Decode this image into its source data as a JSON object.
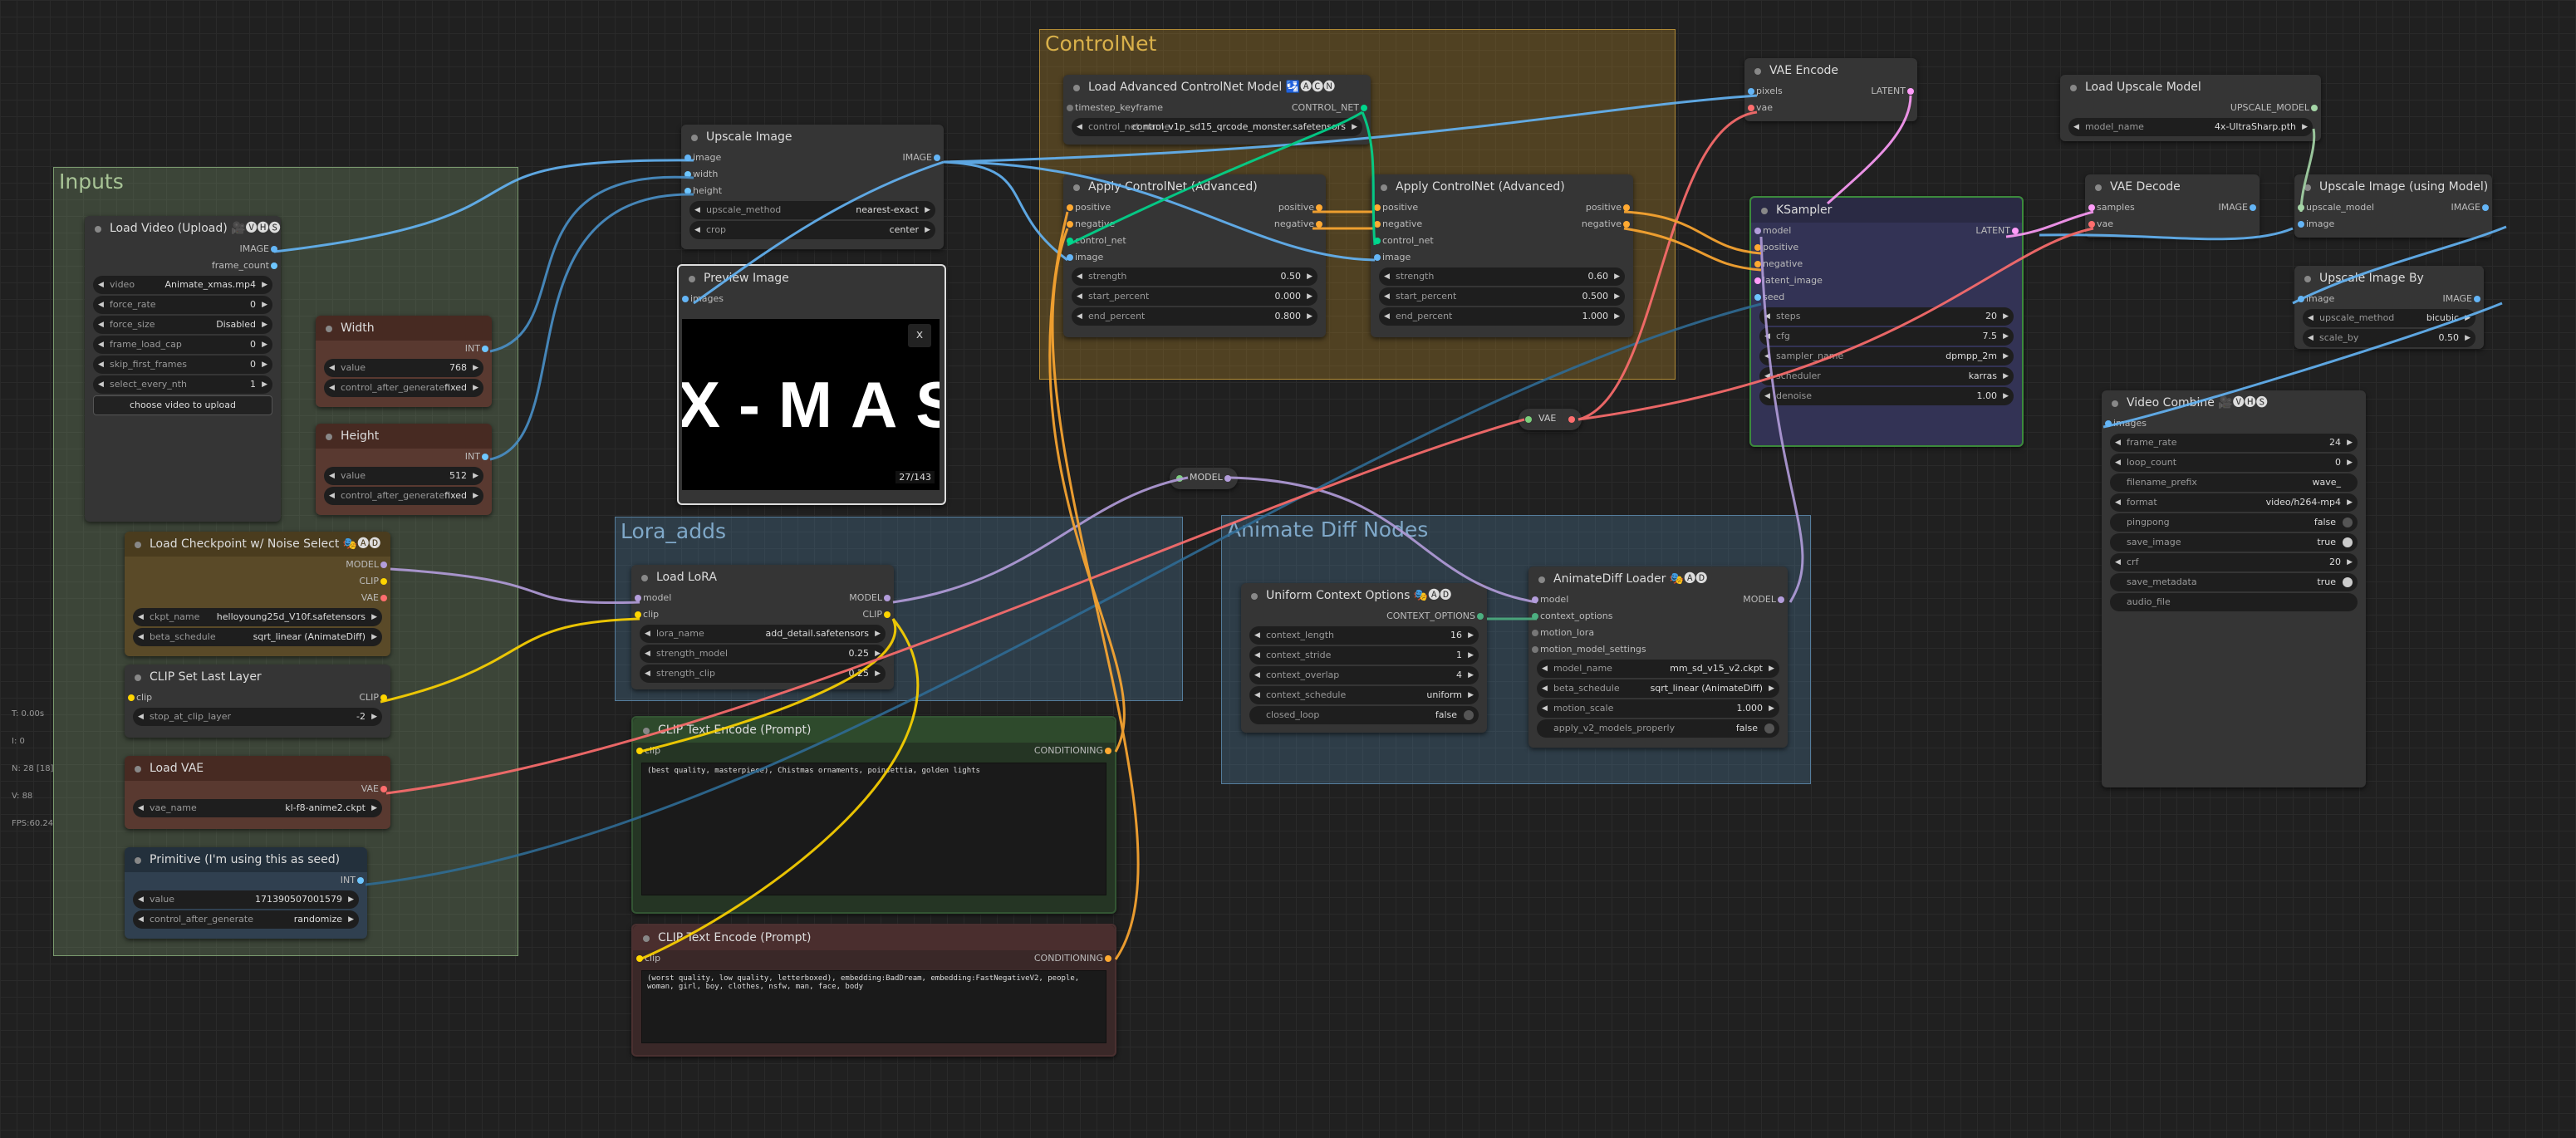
{
  "stats": [
    "T: 0.00s",
    "I: 0",
    "N: 28 [18]",
    "V: 88",
    "FPS:60.24"
  ],
  "groups": {
    "inputs": "Inputs",
    "controlnet": "ControlNet",
    "lora": "Lora_adds",
    "animatediff": "Animate Diff Nodes"
  },
  "load_video": {
    "title": "Load Video (Upload) 🎥🅥🅗🅢",
    "out_image": "IMAGE",
    "out_frame_count": "frame_count",
    "video_l": "video",
    "video_v": "Animate_xmas.mp4",
    "force_rate_l": "force_rate",
    "force_rate_v": "0",
    "force_size_l": "force_size",
    "force_size_v": "Disabled",
    "frame_load_cap_l": "frame_load_cap",
    "frame_load_cap_v": "0",
    "skip_first_frames_l": "skip_first_frames",
    "skip_first_frames_v": "0",
    "select_every_nth_l": "select_every_nth",
    "select_every_nth_v": "1",
    "upload": "choose video to upload"
  },
  "width": {
    "title": "Width",
    "out": "INT",
    "value_l": "value",
    "value_v": "768",
    "cag_l": "control_after_generate",
    "cag_v": "fixed"
  },
  "height": {
    "title": "Height",
    "out": "INT",
    "value_l": "value",
    "value_v": "512",
    "cag_l": "control_after_generate",
    "cag_v": "fixed"
  },
  "ckpt": {
    "title": "Load Checkpoint w/ Noise Select 🎭🅐🅓",
    "out_model": "MODEL",
    "out_clip": "CLIP",
    "out_vae": "VAE",
    "ckpt_l": "ckpt_name",
    "ckpt_v": "helloyoung25d_V10f.safetensors",
    "beta_l": "beta_schedule",
    "beta_v": "sqrt_linear (AnimateDiff)"
  },
  "clip_last": {
    "title": "CLIP Set Last Layer",
    "in": "clip",
    "out": "CLIP",
    "stop_l": "stop_at_clip_layer",
    "stop_v": "-2"
  },
  "load_vae": {
    "title": "Load VAE",
    "out": "VAE",
    "vae_l": "vae_name",
    "vae_v": "kl-f8-anime2.ckpt"
  },
  "primitive": {
    "title": "Primitive (I'm using this as seed)",
    "out": "INT",
    "value_l": "value",
    "value_v": "171390507001579",
    "cag_l": "control_after_generate",
    "cag_v": "randomize"
  },
  "upscale_image": {
    "title": "Upscale Image",
    "in_image": "image",
    "in_width": "width",
    "in_height": "height",
    "out": "IMAGE",
    "method_l": "upscale_method",
    "method_v": "nearest-exact",
    "crop_l": "crop",
    "crop_v": "center"
  },
  "preview": {
    "title": "Preview Image",
    "in": "images",
    "big_text": "X-MAS",
    "counter": "27/143",
    "close": "x"
  },
  "adv_cn_loader": {
    "title": "Load Advanced ControlNet Model 🛂🅐🅒🅝",
    "in": "timestep_keyframe",
    "out": "CONTROL_NET",
    "name_l": "control_net_name",
    "name_v": "control_v1p_sd15_qrcode_monster.safetensors"
  },
  "apply_cn1": {
    "title": "Apply ControlNet (Advanced)",
    "in_pos": "positive",
    "in_neg": "negative",
    "in_cn": "control_net",
    "in_img": "image",
    "out_pos": "positive",
    "out_neg": "negative",
    "strength_l": "strength",
    "strength_v": "0.50",
    "start_l": "start_percent",
    "start_v": "0.000",
    "end_l": "end_percent",
    "end_v": "0.800"
  },
  "apply_cn2": {
    "title": "Apply ControlNet (Advanced)",
    "in_pos": "positive",
    "in_neg": "negative",
    "in_cn": "control_net",
    "in_img": "image",
    "out_pos": "positive",
    "out_neg": "negative",
    "strength_l": "strength",
    "strength_v": "0.60",
    "start_l": "start_percent",
    "start_v": "0.500",
    "end_l": "end_percent",
    "end_v": "1.000"
  },
  "vae_encode": {
    "title": "VAE Encode",
    "in_pixels": "pixels",
    "in_vae": "vae",
    "out": "LATENT"
  },
  "ksampler": {
    "title": "KSampler",
    "in_model": "model",
    "in_pos": "positive",
    "in_neg": "negative",
    "in_lat": "latent_image",
    "in_seed": "seed",
    "out": "LATENT",
    "steps_l": "steps",
    "steps_v": "20",
    "cfg_l": "cfg",
    "cfg_v": "7.5",
    "sampler_l": "sampler_name",
    "sampler_v": "dpmpp_2m",
    "sched_l": "scheduler",
    "sched_v": "karras",
    "denoise_l": "denoise",
    "denoise_v": "1.00"
  },
  "vae_reroute": {
    "label": "VAE"
  },
  "model_reroute": {
    "label": "MODEL"
  },
  "upscale_loader": {
    "title": "Load Upscale Model",
    "out": "UPSCALE_MODEL",
    "name_l": "model_name",
    "name_v": "4x-UltraSharp.pth"
  },
  "vae_decode": {
    "title": "VAE Decode",
    "in_samples": "samples",
    "in_vae": "vae",
    "out": "IMAGE"
  },
  "upscale_with_model": {
    "title": "Upscale Image (using Model)",
    "in_model": "upscale_model",
    "in_image": "image",
    "out": "IMAGE"
  },
  "upscale_by": {
    "title": "Upscale Image By",
    "in": "image",
    "out": "IMAGE",
    "method_l": "upscale_method",
    "method_v": "bicubic",
    "scale_l": "scale_by",
    "scale_v": "0.50"
  },
  "video_combine": {
    "title": "Video Combine 🎥🅥🅗🅢",
    "in": "images",
    "frame_rate_l": "frame_rate",
    "frame_rate_v": "24",
    "loop_count_l": "loop_count",
    "loop_count_v": "0",
    "prefix_l": "filename_prefix",
    "prefix_v": "wave_",
    "format_l": "format",
    "format_v": "video/h264-mp4",
    "pingpong_l": "pingpong",
    "pingpong_v": "false",
    "save_image_l": "save_image",
    "save_image_v": "true",
    "crf_l": "crf",
    "crf_v": "20",
    "save_meta_l": "save_metadata",
    "save_meta_v": "true",
    "audio_l": "audio_file"
  },
  "lora": {
    "title": "Load LoRA",
    "in_model": "model",
    "in_clip": "clip",
    "out_model": "MODEL",
    "out_clip": "CLIP",
    "name_l": "lora_name",
    "name_v": "add_detail.safetensors",
    "sm_l": "strength_model",
    "sm_v": "0.25",
    "sc_l": "strength_clip",
    "sc_v": "0.25"
  },
  "clip_pos": {
    "title": "CLIP Text Encode (Prompt)",
    "in": "clip",
    "out": "CONDITIONING",
    "text": "(best quality, masterpiece), Chistmas ornaments, poinsettia, golden lights"
  },
  "clip_neg": {
    "title": "CLIP Text Encode (Prompt)",
    "in": "clip",
    "out": "CONDITIONING",
    "text": "(worst quality, low quality, letterboxed), embedding:BadDream, embedding:FastNegativeV2, people, woman, girl, boy, clothes, nsfw, man, face, body"
  },
  "uniform_ctx": {
    "title": "Uniform Context Options 🎭🅐🅓",
    "out": "CONTEXT_OPTIONS",
    "len_l": "context_length",
    "len_v": "16",
    "stride_l": "context_stride",
    "stride_v": "1",
    "overlap_l": "context_overlap",
    "overlap_v": "4",
    "sched_l": "context_schedule",
    "sched_v": "uniform",
    "closed_l": "closed_loop",
    "closed_v": "false"
  },
  "ad_loader": {
    "title": "AnimateDiff Loader 🎭🅐🅓",
    "in_model": "model",
    "in_ctx": "context_options",
    "in_lora": "motion_lora",
    "in_mms": "motion_model_settings",
    "out": "MODEL",
    "mm_l": "model_name",
    "mm_v": "mm_sd_v15_v2.ckpt",
    "beta_l": "beta_schedule",
    "beta_v": "sqrt_linear (AnimateDiff)",
    "scale_l": "motion_scale",
    "scale_v": "1.000",
    "v2_l": "apply_v2_models_properly",
    "v2_v": "false"
  }
}
